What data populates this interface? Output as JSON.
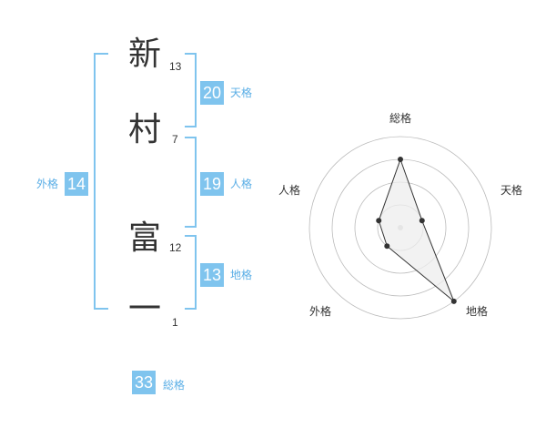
{
  "colors": {
    "badge_bg": "#7fc4ee",
    "badge_text": "#ffffff",
    "label_text": "#5aaee6",
    "bracket": "#7fc4ee",
    "char_text": "#333333",
    "radar_ring": "#bbbbbb",
    "radar_fill": "#eeeeee",
    "radar_line": "#333333"
  },
  "name": {
    "characters": [
      {
        "char": "新",
        "strokes": "13"
      },
      {
        "char": "村",
        "strokes": "7"
      },
      {
        "char": "富",
        "strokes": "12"
      },
      {
        "char": "一",
        "strokes": "1"
      }
    ]
  },
  "fortunes": {
    "tenkaku": {
      "value": "20",
      "label": "天格"
    },
    "jinkaku": {
      "value": "19",
      "label": "人格"
    },
    "chikaku": {
      "value": "13",
      "label": "地格"
    },
    "gaikaku": {
      "value": "14",
      "label": "外格"
    },
    "soukaku": {
      "value": "33",
      "label": "総格"
    }
  },
  "radar": {
    "axes": [
      "総格",
      "天格",
      "地格",
      "外格",
      "人格"
    ],
    "levels": 4,
    "scores": [
      0.75,
      0.25,
      1.0,
      0.25,
      0.25
    ]
  }
}
